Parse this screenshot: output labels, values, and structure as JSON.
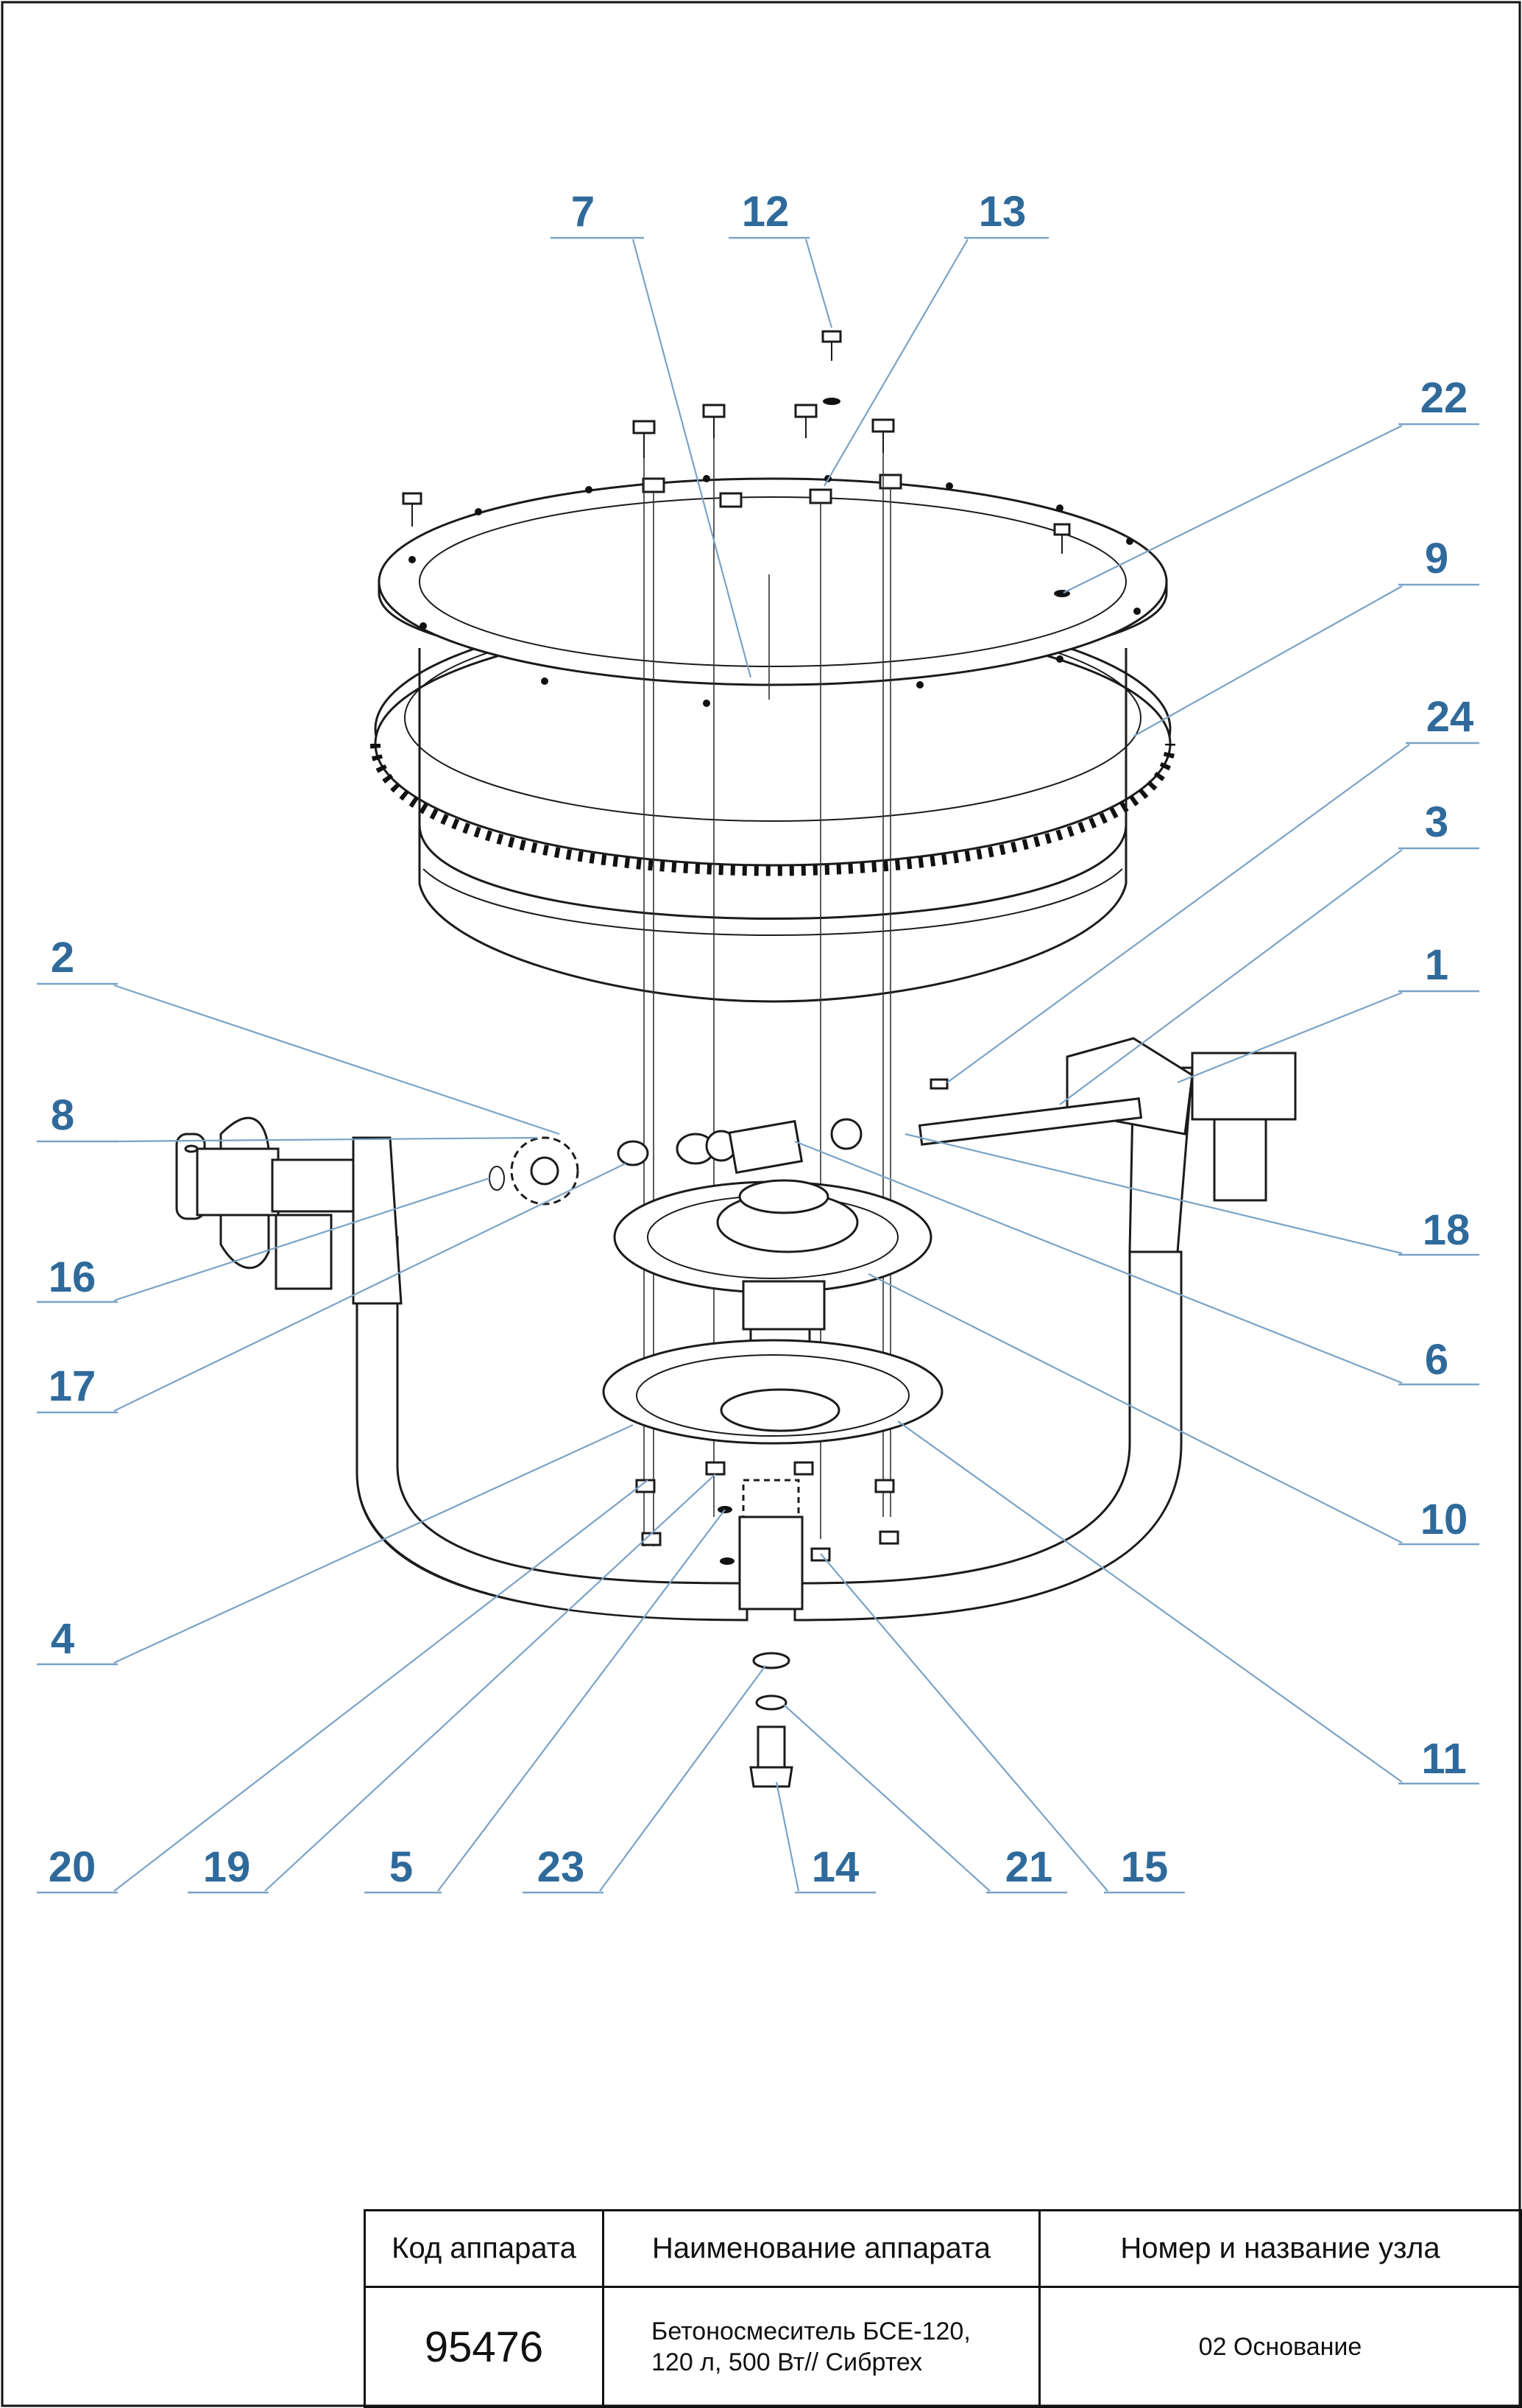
{
  "callouts": [
    "1",
    "2",
    "3",
    "4",
    "5",
    "6",
    "7",
    "8",
    "9",
    "10",
    "11",
    "12",
    "13",
    "14",
    "15",
    "16",
    "17",
    "18",
    "19",
    "20",
    "21",
    "22",
    "23",
    "24"
  ],
  "title_block": {
    "col_code_header": "Код аппарата",
    "col_name_header": "Наименование аппарата",
    "col_node_header": "Номер и название узла",
    "code": "95476",
    "name_line1": "Бетоносмеситель БСЕ-120,",
    "name_line2": "120 л, 500 Вт// Сибртех",
    "node": "02 Основание"
  }
}
